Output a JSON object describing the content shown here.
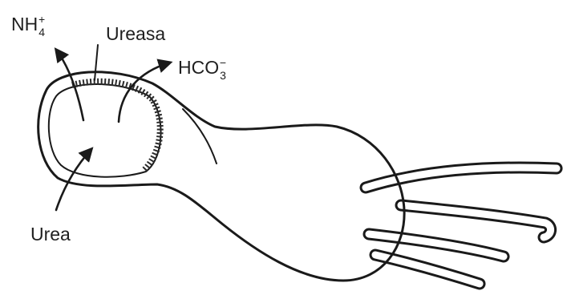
{
  "labels": {
    "ammonium": {
      "base": "NH",
      "sub": "4",
      "sup": "+"
    },
    "enzyme": "Ureasa",
    "bicarbonate": {
      "base": "HCO",
      "sub": "3",
      "sup": "−"
    },
    "substrate": "Urea"
  },
  "colors": {
    "line": "#1a1a1a",
    "background": "#ffffff",
    "text": "#1f1f1f"
  }
}
